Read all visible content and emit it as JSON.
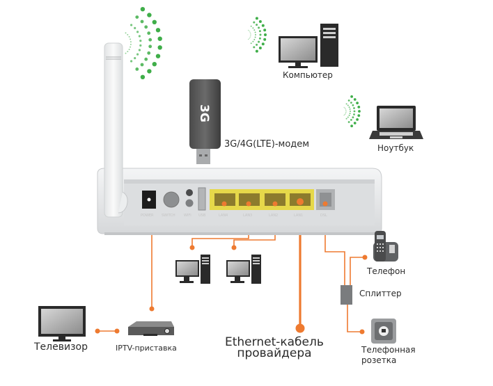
{
  "diagram": {
    "title": "Router connection diagram",
    "colors": {
      "cable": "#ee7a30",
      "wifi": "#3fae49",
      "lan_block": "#e6d84a",
      "router_body": "#e9ebec",
      "device_dark": "#2a2a2a"
    },
    "labels": {
      "computer": "Компьютер",
      "modem": "3G/4G(LTE)-модем",
      "modem_badge": "3G",
      "laptop": "Ноутбук",
      "phone": "Телефон",
      "splitter": "Сплиттер",
      "socket_line1": "Телефонная",
      "socket_line2": "розетка",
      "tv": "Телевизор",
      "iptv": "IPTV-приставка",
      "ethernet_line1": "Ethernet-кабель",
      "ethernet_line2": "провайдера"
    },
    "router_ports": [
      "POWER",
      "SWITCH",
      "WIFI",
      "USB",
      "LAN4",
      "LAN3",
      "LAN2",
      "LAN1",
      "DSL"
    ],
    "icons": [
      "router",
      "antenna",
      "wifi-signal",
      "usb-modem",
      "desktop-computer",
      "laptop",
      "cordless-phone",
      "splitter",
      "phone-socket",
      "tv",
      "set-top-box"
    ]
  }
}
